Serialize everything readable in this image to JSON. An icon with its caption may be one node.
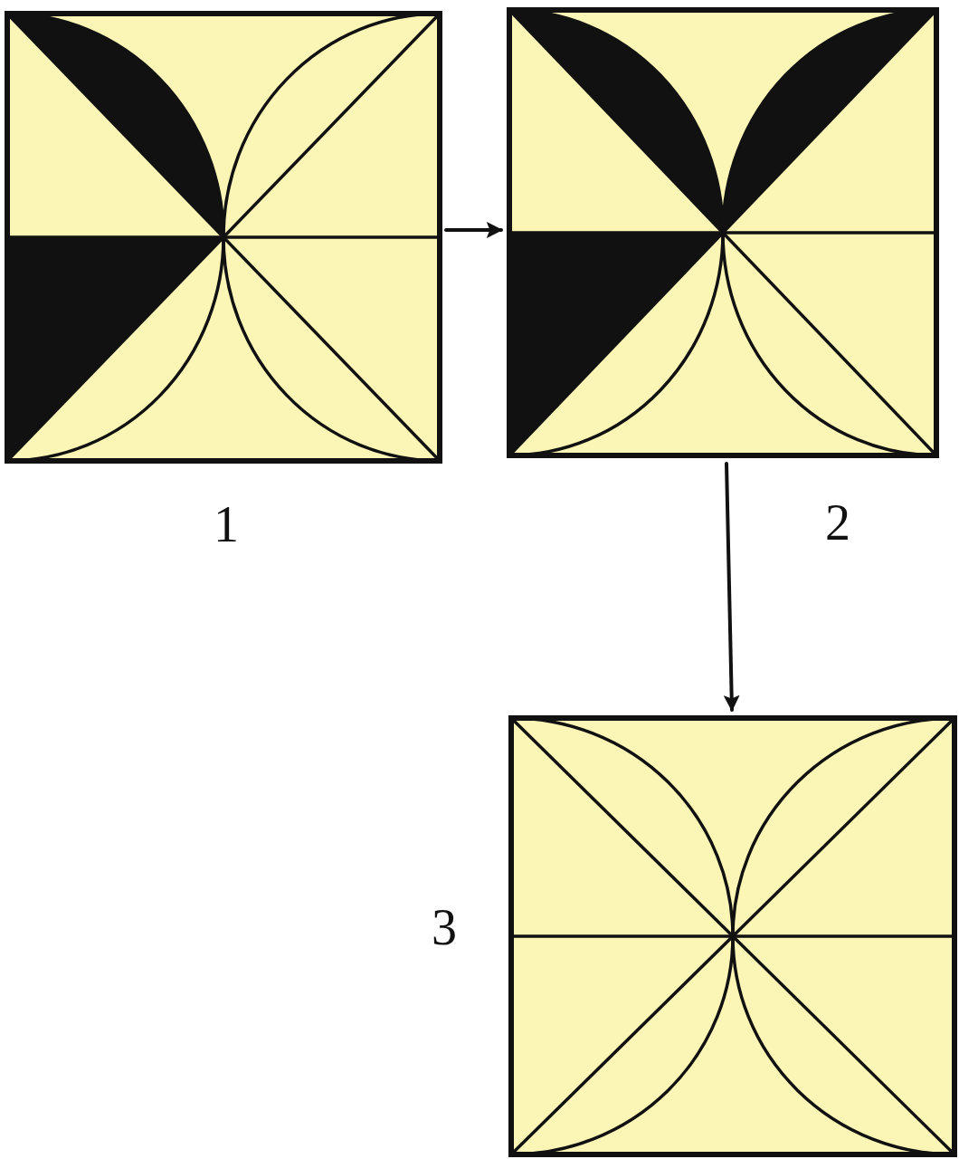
{
  "diagram": {
    "nodes": [
      {
        "text": [],
        "shape": "picture",
        "beside": [
          "1"
        ]
      },
      {
        "text": [],
        "shape": "picture",
        "beside": [
          "2"
        ]
      },
      {
        "text": [],
        "shape": "picture",
        "beside": [
          "3"
        ]
      }
    ],
    "edges": [
      {
        "from": 0,
        "to": 1,
        "arrow": "to"
      },
      {
        "from": 1,
        "to": 2,
        "arrow": "to"
      }
    ]
  }
}
